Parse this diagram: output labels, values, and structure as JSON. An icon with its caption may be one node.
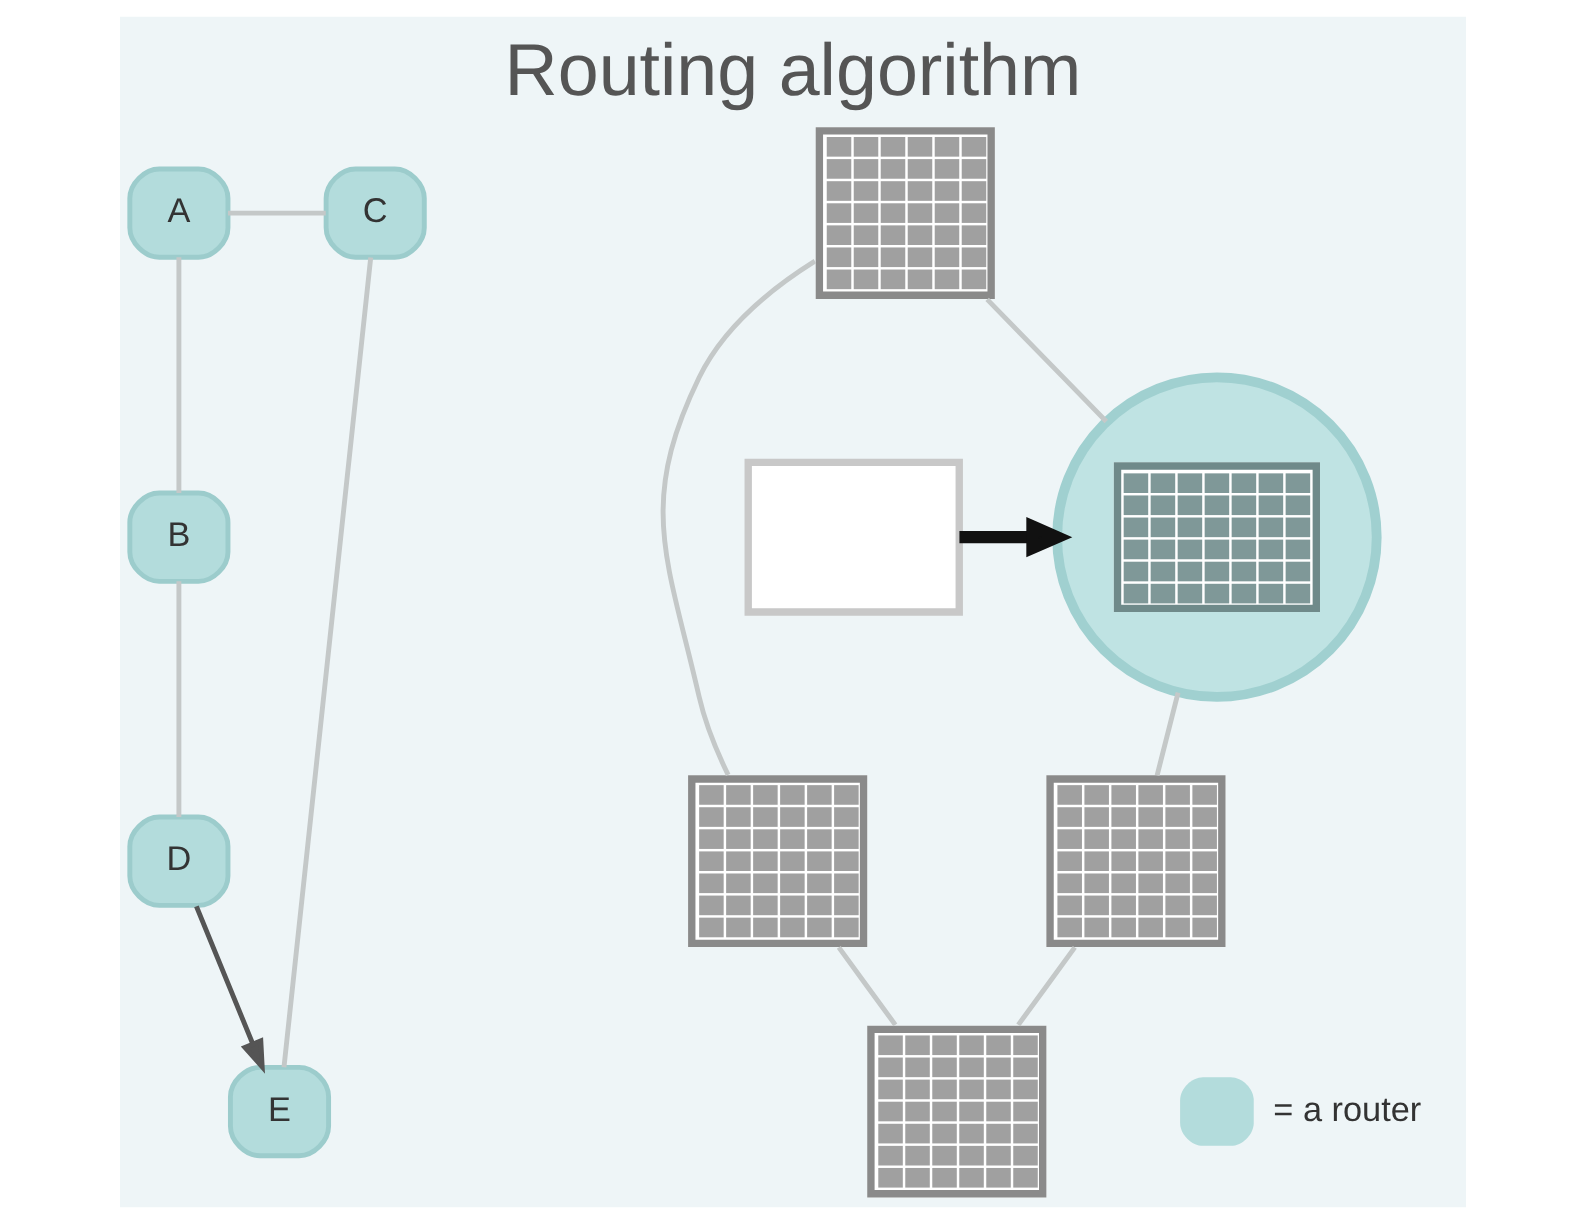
{
  "diagram": {
    "title": "Routing algorithm",
    "nodes": [
      {
        "text": [
          "A"
        ]
      },
      {
        "text": [
          "C"
        ]
      },
      {
        "text": [
          "B"
        ]
      },
      {
        "text": [
          "D"
        ]
      },
      {
        "text": [
          "E"
        ]
      },
      {
        "text": [],
        "shape": "table"
      },
      {
        "text": [],
        "shape": "table"
      },
      {
        "text": [],
        "shape": "circle"
      },
      {
        "text": [],
        "shape": "box"
      },
      {
        "text": [],
        "shape": "table"
      },
      {
        "text": [],
        "shape": "table"
      }
    ],
    "edges": [
      {
        "from": 0,
        "to": 1,
        "arrow": "none"
      },
      {
        "from": 0,
        "to": 2,
        "arrow": "none"
      },
      {
        "from": 2,
        "to": 3,
        "arrow": "none"
      },
      {
        "from": 3,
        "to": 4,
        "arrow": "to",
        "color": "#555555"
      },
      {
        "from": 1,
        "to": 4,
        "arrow": "none"
      },
      {
        "from": 5,
        "to": 6,
        "arrow": "none"
      },
      {
        "from": 6,
        "to": 10,
        "arrow": "none"
      },
      {
        "from": 5,
        "to": 7,
        "arrow": "none"
      },
      {
        "from": 8,
        "to": 7,
        "arrow": "to",
        "style": "thick",
        "color": "#111111"
      },
      {
        "from": 7,
        "to": 9,
        "arrow": "none"
      },
      {
        "from": 9,
        "to": 10,
        "arrow": "none"
      }
    ],
    "legend": [
      {
        "text": "= a router",
        "color": "#b3dcdc"
      }
    ]
  }
}
